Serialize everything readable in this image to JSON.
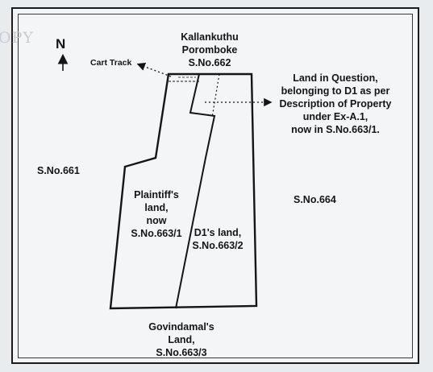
{
  "watermark": "OPY",
  "north": "N",
  "labels": {
    "kallankuthu": "Kallankuthu\nPoromboke\nS.No.662",
    "cart_track": "Cart Track",
    "land_in_question": "Land in Question,\nbelonging to D1 as per\nDescription of Property\nunder Ex-A.1,\nnow in S.No.663/1.",
    "sno661": "S.No.661",
    "sno664": "S.No.664",
    "plaintiff": "Plaintiff's\nland,\nnow\nS.No.663/1",
    "d1": "D1's land,\nS.No.663/2",
    "govindamal": "Govindamal's\nLand,\nS.No.663/3"
  }
}
